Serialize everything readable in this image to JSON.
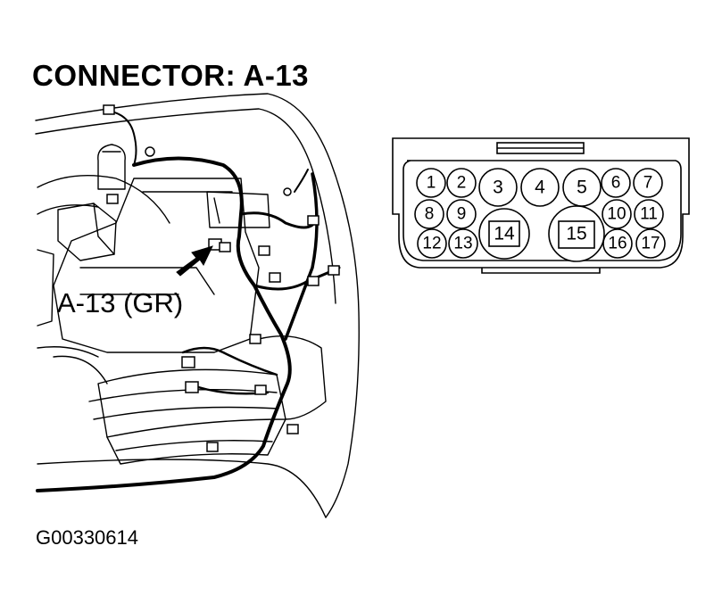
{
  "title": "CONNECTOR: A-13",
  "callout_label": "A-13 (GR)",
  "figure_id": "G00330614",
  "connector": {
    "pins": [
      "1",
      "2",
      "3",
      "4",
      "5",
      "6",
      "7",
      "8",
      "9",
      "10",
      "11",
      "12",
      "13",
      "14",
      "15",
      "16",
      "17"
    ]
  }
}
